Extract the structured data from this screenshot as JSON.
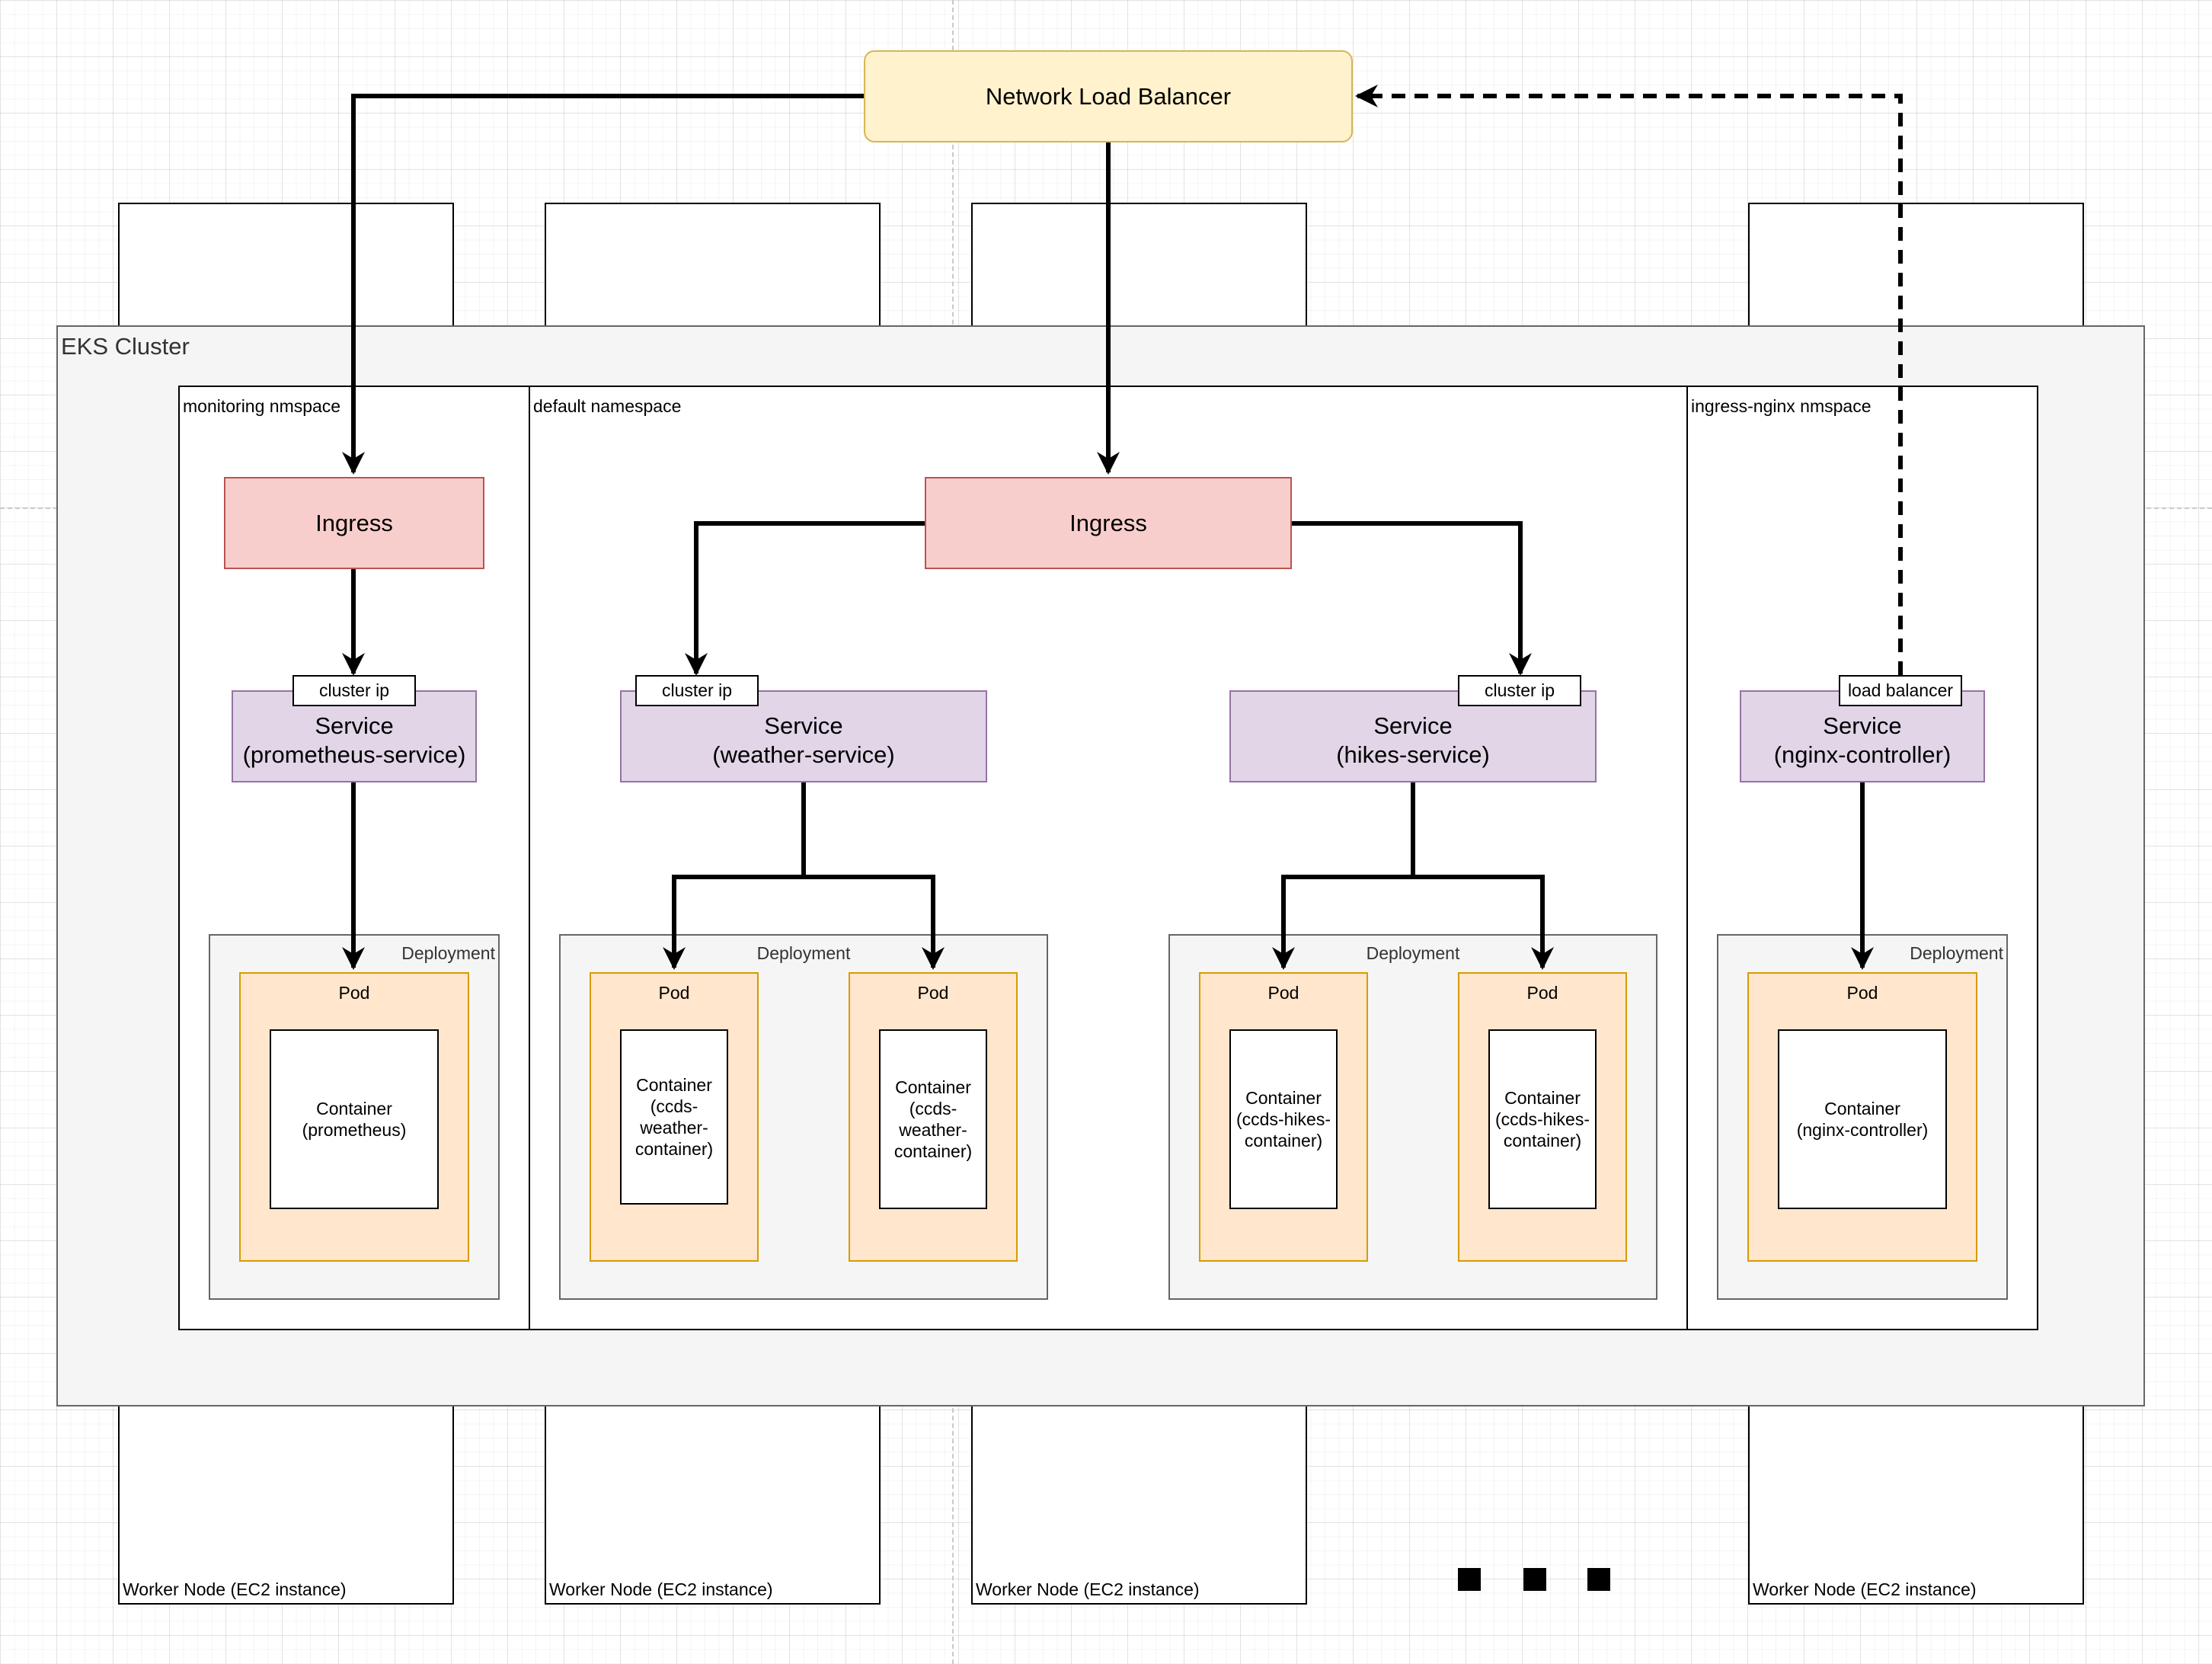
{
  "load_balancer": {
    "label": "Network Load Balancer"
  },
  "worker_nodes": [
    {
      "label": "Worker Node (EC2 instance)"
    },
    {
      "label": "Worker Node (EC2 instance)"
    },
    {
      "label": "Worker Node (EC2 instance)"
    },
    {
      "label": "Worker Node (EC2 instance)"
    }
  ],
  "cluster": {
    "title": "EKS Cluster"
  },
  "namespaces": {
    "monitoring": {
      "title": "monitoring nmspace",
      "ingress": "Ingress",
      "service": {
        "tag": "cluster ip",
        "label": "Service\n(prometheus-service)"
      },
      "deployment": "Deployment",
      "pods": [
        {
          "title": "Pod",
          "container": "Container\n(prometheus)"
        }
      ]
    },
    "default": {
      "title": "default namespace",
      "ingress": "Ingress",
      "weather": {
        "service": {
          "tag": "cluster ip",
          "label": "Service\n(weather-service)"
        },
        "deployment": "Deployment",
        "pods": [
          {
            "title": "Pod",
            "container": "Container\n(ccds-\nweather-\ncontainer)"
          },
          {
            "title": "Pod",
            "container": "Container\n(ccds-\nweather-\ncontainer)"
          }
        ]
      },
      "hikes": {
        "service": {
          "tag": "cluster ip",
          "label": "Service\n(hikes-service)"
        },
        "deployment": "Deployment",
        "pods": [
          {
            "title": "Pod",
            "container": "Container\n(ccds-hikes-\ncontainer)"
          },
          {
            "title": "Pod",
            "container": "Container\n(ccds-hikes-\ncontainer)"
          }
        ]
      }
    },
    "ingress_nginx": {
      "title": "ingress-nginx nmspace",
      "service": {
        "tag": "load balancer",
        "label": "Service\n(nginx-controller)"
      },
      "deployment": "Deployment",
      "pods": [
        {
          "title": "Pod",
          "container": "Container\n(nginx-controller)"
        }
      ]
    }
  }
}
